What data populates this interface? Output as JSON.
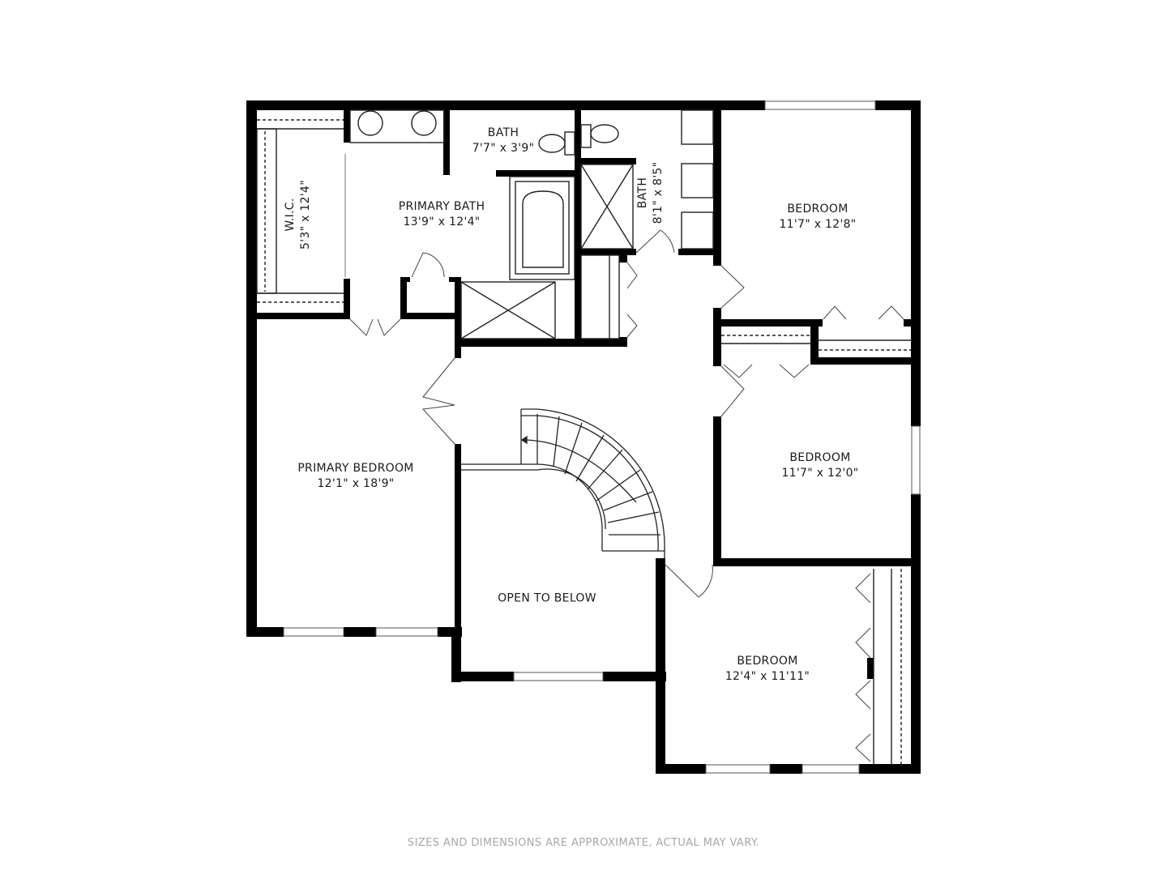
{
  "floor_plan": {
    "rooms": [
      {
        "id": "wic",
        "name": "W.I.C.",
        "dimensions": "5'3\" x 12'4\""
      },
      {
        "id": "primary_bath",
        "name": "PRIMARY BATH",
        "dimensions": "13'9\" x 12'4\""
      },
      {
        "id": "bath_1",
        "name": "BATH",
        "dimensions": "7'7\" x 3'9\""
      },
      {
        "id": "bath_2",
        "name": "BATH",
        "dimensions": "8'1\" x 8'5\""
      },
      {
        "id": "bedroom_1",
        "name": "BEDROOM",
        "dimensions": "11'7\" x 12'8\""
      },
      {
        "id": "bedroom_2",
        "name": "BEDROOM",
        "dimensions": "11'7\" x 12'0\""
      },
      {
        "id": "primary_bedroom",
        "name": "PRIMARY BEDROOM",
        "dimensions": "12'1\" x 18'9\""
      },
      {
        "id": "open_to_below",
        "name": "OPEN TO BELOW",
        "dimensions": ""
      },
      {
        "id": "bedroom_3",
        "name": "BEDROOM",
        "dimensions": "12'4\" x 11'11\""
      }
    ],
    "disclaimer": "SIZES AND DIMENSIONS ARE APPROXIMATE, ACTUAL MAY VARY.",
    "colors": {
      "wall": "#000000",
      "line": "#333333",
      "disclaimer": "#a8a8a8"
    }
  }
}
